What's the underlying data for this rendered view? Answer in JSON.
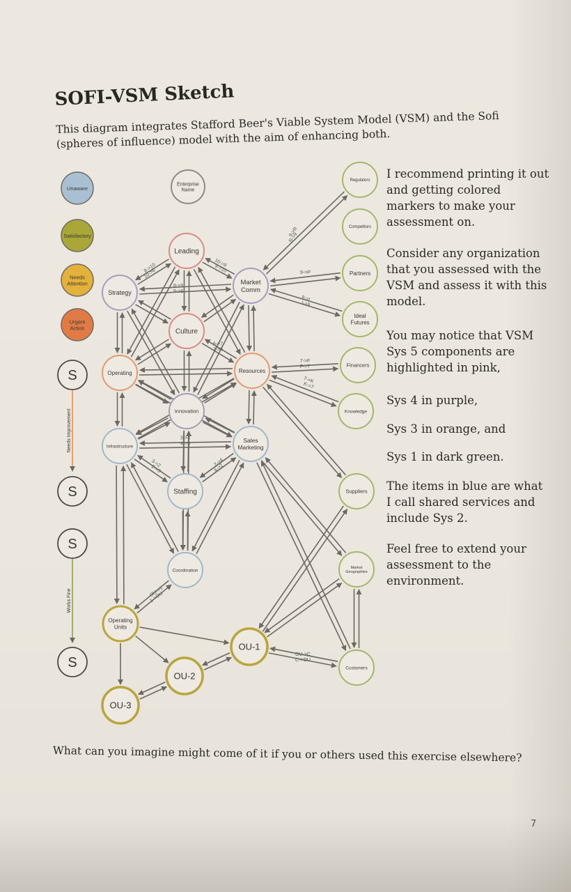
{
  "title": "SOFI-VSM Sketch",
  "intro": "This diagram integrates Stafford Beer's Viable System Model (VSM) and the Sofi (spheres of influence) model with the aim of enhancing both.",
  "side_paragraphs": [
    "I recommend printing it out and getting colored markers to make your assessment on.",
    "Consider any organization that you assessed with the VSM and assess it with this model.",
    "You may notice that VSM Sys 5 components are highlighted in pink,",
    "Sys 4 in purple,",
    "Sys 3 in orange, and",
    "Sys 1 in dark green.",
    "The items in blue are what I call shared services and include Sys 2.",
    "Feel free to extend your assessment to the environment."
  ],
  "question": "What can you imagine might come of it if you or others used this exercise elsewhere?",
  "page_number": "7",
  "colors": {
    "gray": "#8e8a85",
    "pink": "#d98a86",
    "purple": "#a79bc0",
    "orange": "#e09a6e",
    "green": "#a7b56a",
    "blue": "#9fb7cc",
    "olive": "#c8c05a",
    "ou": "#b9a43d",
    "arrow": "#6c6862"
  },
  "legend": [
    {
      "label": "Unaware",
      "color": "#a9c0d3"
    },
    {
      "label": "Satisfactory",
      "color": "#a9a738"
    },
    {
      "label": "Needs Attention",
      "color": "#e3b13c"
    },
    {
      "label": "Urgent Action",
      "color": "#e07b45"
    }
  ],
  "scale": {
    "symbol": "S",
    "top_label": "Needs Improvement",
    "bottom_label": "Works Fine"
  },
  "nodes": {
    "enterprise": "Enterprise Name",
    "leading": "Leading",
    "strategy": "Strategy",
    "market": "Market Comm",
    "culture": "Culture",
    "operating": "Operating",
    "resources": "Resources",
    "innovation": "Innovation",
    "infrastructure": "Infrastructure",
    "sales": "Sales Marketing",
    "staffing": "Staffing",
    "coordination": "Coordination",
    "opunits": "Operating Units",
    "ou1": "OU-1",
    "ou2": "OU-2",
    "ou3": "OU-3",
    "regulators": "Regulators",
    "competitors": "Competitors",
    "partners": "Partners",
    "futures": "Ideal Futures",
    "financers": "Financers",
    "knowledge": "Knowledge",
    "suppliers": "Suppliers",
    "geographies": "Market Geographies",
    "customers": "Customers"
  },
  "edge_labels": {
    "lead_market": [
      "10->9",
      "9->10"
    ],
    "strat_lead": [
      "8->10",
      "10->8"
    ],
    "strat_market": [
      "8->9",
      "9->8"
    ],
    "market_reg": [
      "9->R",
      "R->9"
    ],
    "market_partners": [
      "9->P"
    ],
    "market_futures": [
      "9->I",
      "I->9"
    ],
    "culture_res": [
      "6->7",
      "7->6"
    ],
    "res_fin": [
      "7->F",
      "F->7"
    ],
    "res_know": [
      "7->K",
      "K->7"
    ],
    "infra_sales": [
      "3->4",
      "4->3"
    ],
    "staff_sales": [
      "2->4",
      "4->2"
    ],
    "infra_staff": [
      "3->2",
      "2->3"
    ],
    "coord_opunits": [
      "OU->1",
      "1->OU"
    ],
    "ou1_customers": [
      "OU->C",
      "C->OU"
    ]
  }
}
